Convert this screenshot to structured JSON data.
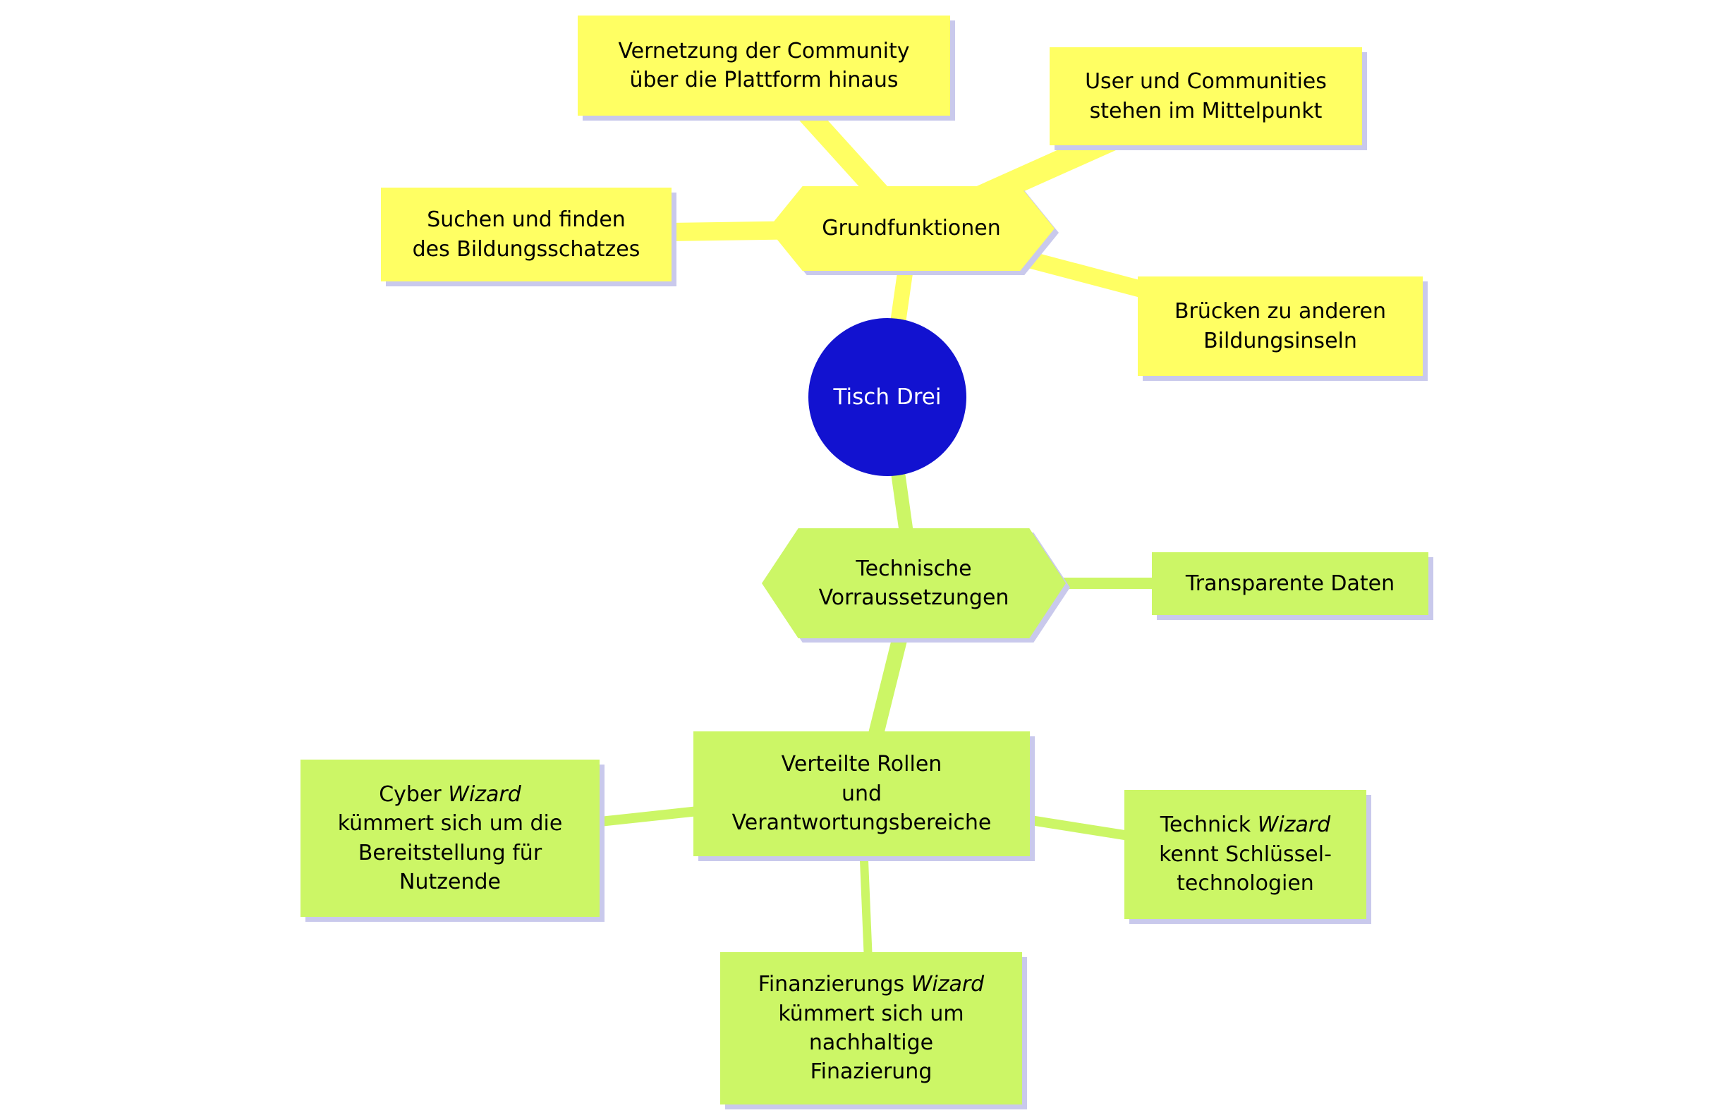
{
  "colors": {
    "top_branch": "#ffff63",
    "bottom_branch": "#ccf666",
    "center_node": "#1212d0",
    "center_text": "#ffffff",
    "node_shadow": "#c9c9ec",
    "text": "#000000"
  },
  "nodes": {
    "center": {
      "label": "Tisch Drei"
    },
    "grundfunktionen": {
      "label": "Grundfunktionen"
    },
    "vernetzung": {
      "rich": [
        {
          "t": "Vernetzung der Community"
        },
        {
          "br": true
        },
        {
          "t": "über die Plattform hinaus"
        }
      ]
    },
    "user_communities": {
      "rich": [
        {
          "t": "User und Communities"
        },
        {
          "br": true
        },
        {
          "t": "stehen im Mittelpunkt"
        }
      ]
    },
    "suchen": {
      "rich": [
        {
          "t": "Suchen und finden"
        },
        {
          "br": true
        },
        {
          "t": "des Bildungsschatzes"
        }
      ]
    },
    "bruecken": {
      "rich": [
        {
          "t": "Brücken zu anderen"
        },
        {
          "br": true
        },
        {
          "t": "Bildungsinseln"
        }
      ]
    },
    "technische": {
      "rich": [
        {
          "t": "Technische"
        },
        {
          "br": true
        },
        {
          "t": "Vorraussetzungen"
        }
      ]
    },
    "transparente": {
      "label": "Transparente Daten"
    },
    "verteilte": {
      "rich": [
        {
          "t": "Verteilte Rollen"
        },
        {
          "br": true
        },
        {
          "t": "und"
        },
        {
          "br": true
        },
        {
          "t": "Verantwortungsbereiche"
        }
      ]
    },
    "cyber": {
      "rich": [
        {
          "t": "Cyber "
        },
        {
          "t": "Wizard",
          "i": true
        },
        {
          "br": true
        },
        {
          "t": "kümmert sich um die"
        },
        {
          "br": true
        },
        {
          "t": "Bereitstellung für"
        },
        {
          "br": true
        },
        {
          "t": "Nutzende"
        }
      ]
    },
    "technick": {
      "rich": [
        {
          "t": "Technick "
        },
        {
          "t": "Wizard",
          "i": true
        },
        {
          "br": true
        },
        {
          "t": "kennt Schlüssel-"
        },
        {
          "br": true
        },
        {
          "t": "technologien"
        }
      ]
    },
    "finanzierungs": {
      "rich": [
        {
          "t": "Finanzierungs "
        },
        {
          "t": "Wizard",
          "i": true
        },
        {
          "br": true
        },
        {
          "t": "kümmert sich um"
        },
        {
          "br": true
        },
        {
          "t": "nachhaltige"
        },
        {
          "br": true
        },
        {
          "t": "Finazierung"
        }
      ]
    }
  }
}
